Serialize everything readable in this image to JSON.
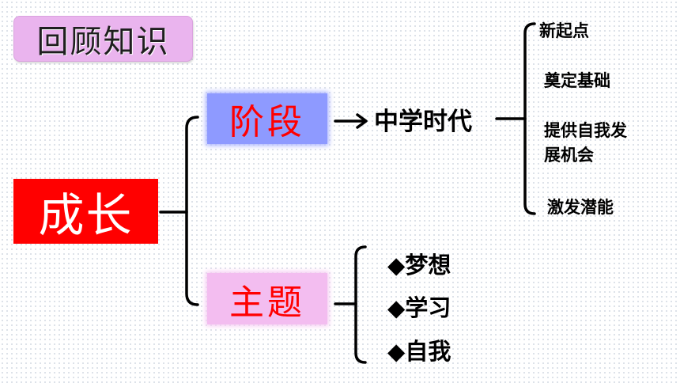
{
  "title": "回顾知识",
  "root": "成长",
  "branches": {
    "stage": "阶段",
    "theme": "主题"
  },
  "stage_target": "中学时代",
  "stage_items": [
    "新起点",
    "奠定基础",
    "提供自我发",
    "展机会",
    "激发潜能"
  ],
  "theme_items": [
    "梦想",
    "学习",
    "自我"
  ],
  "bullet": "◆",
  "colors": {
    "root_bg": "#ff0000",
    "stage_bg": "#8e9aff",
    "theme_bg": "#f3bdf0",
    "branch_text": "#ff0000",
    "title_bg": "#eab4ee"
  }
}
